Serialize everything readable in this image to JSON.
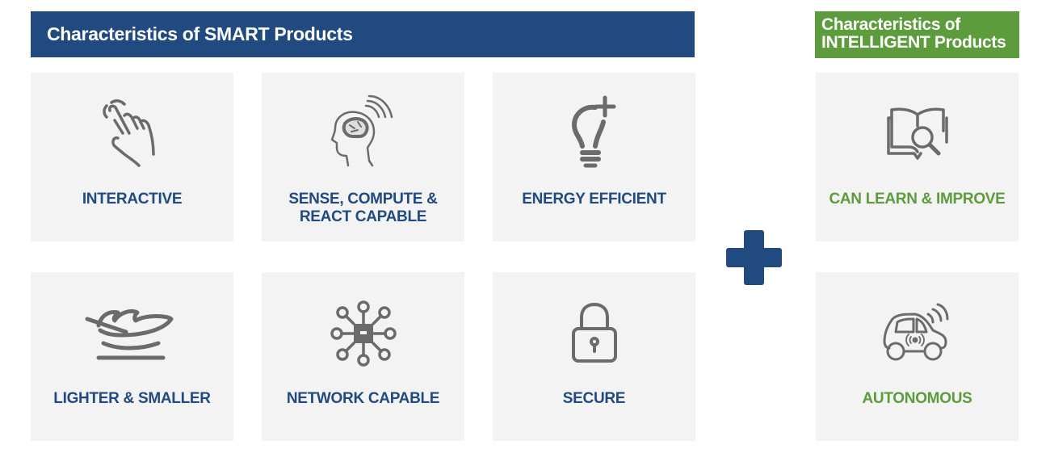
{
  "headers": {
    "smart": "Characteristics of SMART Products",
    "intelligent_line1": "Characteristics of",
    "intelligent_line2": "INTELLIGENT Products"
  },
  "colors": {
    "smart_blue": "#214b80",
    "intelligent_green": "#5c9c3d",
    "card_bg": "#f3f3f3",
    "icon_gray": "#6b6b6b"
  },
  "smart_cards": [
    {
      "label": "INTERACTIVE",
      "icon": "touch-hand-icon"
    },
    {
      "label_line1": "SENSE, COMPUTE &",
      "label_line2": "REACT CAPABLE",
      "icon": "head-brain-signal-icon"
    },
    {
      "label": "ENERGY EFFICIENT",
      "icon": "lightbulb-plus-icon"
    },
    {
      "label": "LIGHTER & SMALLER",
      "icon": "feather-icon"
    },
    {
      "label": "NETWORK CAPABLE",
      "icon": "network-chip-icon"
    },
    {
      "label": "SECURE",
      "icon": "padlock-icon"
    }
  ],
  "intelligent_cards": [
    {
      "label": "CAN LEARN & IMPROVE",
      "icon": "book-magnifier-icon"
    },
    {
      "label": "AUTONOMOUS",
      "icon": "autonomous-car-icon"
    }
  ],
  "connector": {
    "symbol": "plus-icon"
  }
}
